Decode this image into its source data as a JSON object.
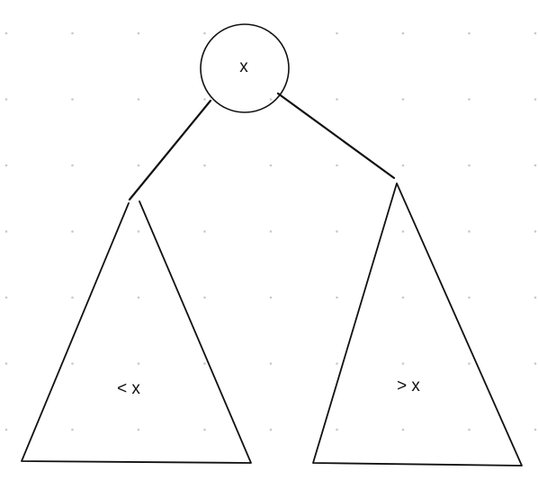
{
  "diagram": {
    "root_node": {
      "label": "x"
    },
    "left_subtree": {
      "label": "< x"
    },
    "right_subtree": {
      "label": "> x"
    }
  },
  "colors": {
    "background": "#ffffff",
    "stroke": "#111111",
    "grid_dot": "#c8c8c8"
  }
}
